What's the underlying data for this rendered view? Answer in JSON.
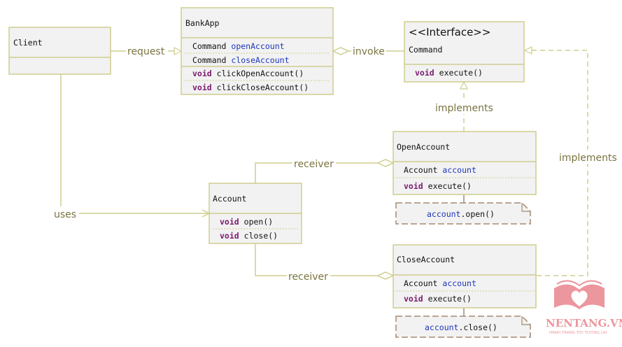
{
  "classes": {
    "client": {
      "name": "Client"
    },
    "bankapp": {
      "name": "BankApp",
      "fields": [
        {
          "type": "Command",
          "name": "openAccount"
        },
        {
          "type": "Command",
          "name": "closeAccount"
        }
      ],
      "methods": [
        {
          "ret": "void",
          "sig": "clickOpenAccount()"
        },
        {
          "ret": "void",
          "sig": "clickCloseAccount()"
        }
      ]
    },
    "command": {
      "stereotype": "<<Interface>>",
      "name": "Command",
      "methods": [
        {
          "ret": "void",
          "sig": "execute()"
        }
      ]
    },
    "openaccount": {
      "name": "OpenAccount",
      "fields": [
        {
          "type": "Account",
          "name": "account"
        }
      ],
      "methods": [
        {
          "ret": "void",
          "sig": "execute()"
        }
      ]
    },
    "account": {
      "name": "Account",
      "methods": [
        {
          "ret": "void",
          "sig": "open()"
        },
        {
          "ret": "void",
          "sig": "close()"
        }
      ]
    },
    "closeaccount": {
      "name": "CloseAccount",
      "fields": [
        {
          "type": "Account",
          "name": "account"
        }
      ],
      "methods": [
        {
          "ret": "void",
          "sig": "execute()"
        }
      ]
    }
  },
  "notes": {
    "open": {
      "obj": "account",
      "call": ".open()"
    },
    "close": {
      "obj": "account",
      "call": ".close()"
    }
  },
  "relations": {
    "request": "request",
    "invoke": "invoke",
    "implements_open": "implements",
    "implements_close": "implements",
    "receiver_open": "receiver",
    "receiver_close": "receiver",
    "uses": "uses"
  },
  "logo": {
    "name": "NENTANG.VN",
    "tagline": "HÀNH TRANG TỚI TƯƠNG LAI"
  },
  "colors": {
    "box_fill": "#f2f2f2",
    "box_border": "#cfcd8f",
    "line": "#cfcd8f",
    "note_border": "#a58a72",
    "label": "#7a7440",
    "keyword": "#7b1a6e",
    "identifier": "#1c35b8",
    "logo": "#e9848c"
  }
}
